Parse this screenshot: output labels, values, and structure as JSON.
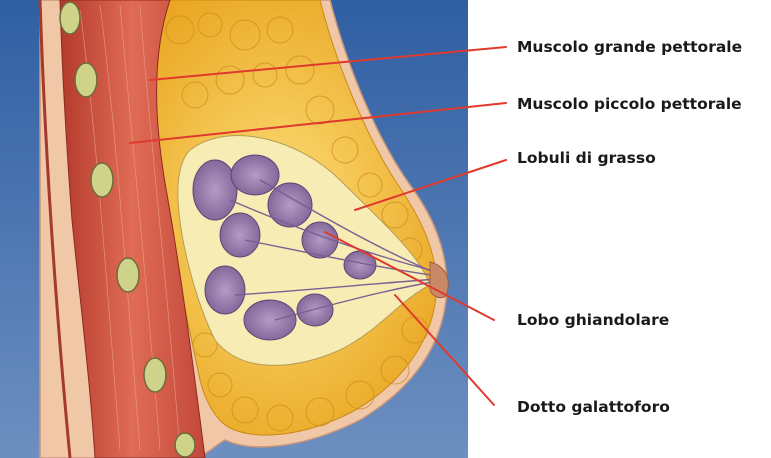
{
  "labels": [
    {
      "text": "Muscolo grande pettorale"
    },
    {
      "text": "Muscolo piccolo pettorale"
    },
    {
      "text": "Lobuli di grasso"
    },
    {
      "text": "Lobo ghiandolare"
    },
    {
      "text": "Dotto galattoforo"
    }
  ],
  "colors": {
    "background": "#4a72ad",
    "leader_lines": "#e03a2e",
    "skin": "#f0c8a8",
    "muscle": "#c84a3a",
    "fat": "#f3b72e",
    "gland": "#8a6fa0"
  }
}
